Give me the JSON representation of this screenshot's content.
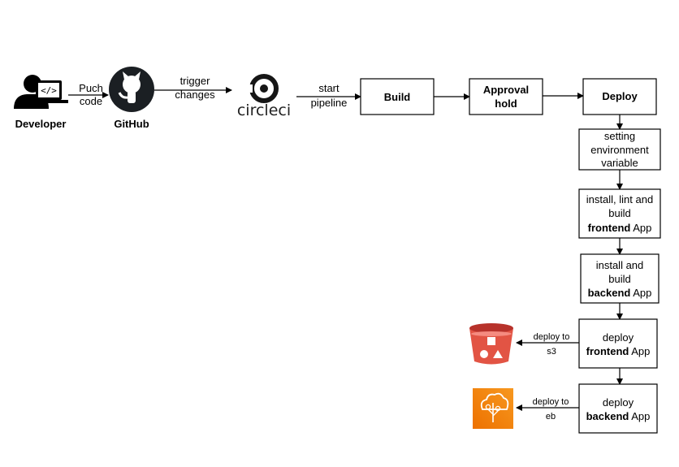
{
  "actors": {
    "developer": "Developer",
    "github": "GitHub",
    "circleci": "circleci"
  },
  "edges": {
    "push": [
      "Puch",
      "code"
    ],
    "trigger": [
      "trigger",
      "changes"
    ],
    "start": [
      "start",
      "pipeline"
    ],
    "deploy_s3": [
      "deploy to",
      "s3"
    ],
    "deploy_eb": [
      "deploy to",
      "eb"
    ]
  },
  "steps": {
    "build": "Build",
    "approval": [
      "Approval",
      "hold"
    ],
    "deploy": "Deploy",
    "env": [
      "setting",
      "environment",
      "variable"
    ],
    "frontend_build": [
      "install, lint and",
      "build",
      "frontend",
      " App"
    ],
    "backend_build": [
      "install and",
      "build",
      "backend",
      " App"
    ],
    "deploy_frontend": [
      "deploy",
      "frontend",
      " App"
    ],
    "deploy_backend": [
      "deploy",
      "backend",
      " App"
    ]
  },
  "icons": {
    "developer": "developer-laptop-icon",
    "github": "github-octocat-icon",
    "circleci": "circleci-logo-icon",
    "s3": "aws-s3-bucket-icon",
    "eb": "aws-elastic-beanstalk-icon"
  },
  "colors": {
    "s3_red": "#E25444",
    "s3_dark": "#B7322B",
    "eb_orange": "#ED7100",
    "eb_light": "#F7981F"
  }
}
